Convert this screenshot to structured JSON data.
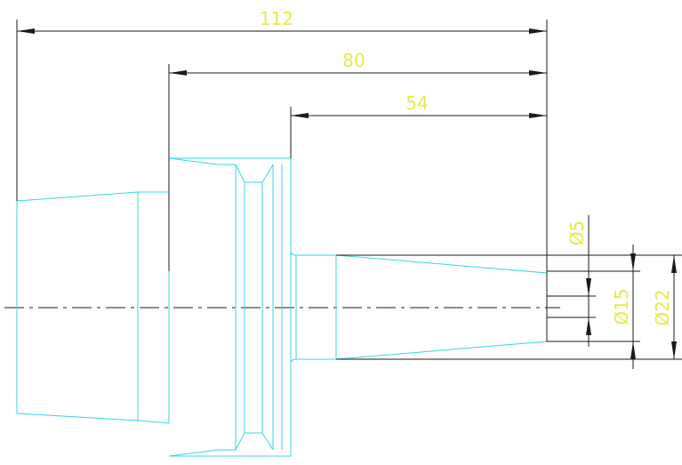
{
  "drawing": {
    "colors": {
      "background": "#ffffff",
      "part_outline": "#38d6e0",
      "dimension_line": "#1a1a1a",
      "dimension_text": "#e8e84a"
    },
    "dimensions": {
      "length_total": "112",
      "length_mid": "80",
      "length_short": "54",
      "dia_5": "Ø5",
      "dia_15": "Ø15",
      "dia_22": "Ø22"
    }
  }
}
